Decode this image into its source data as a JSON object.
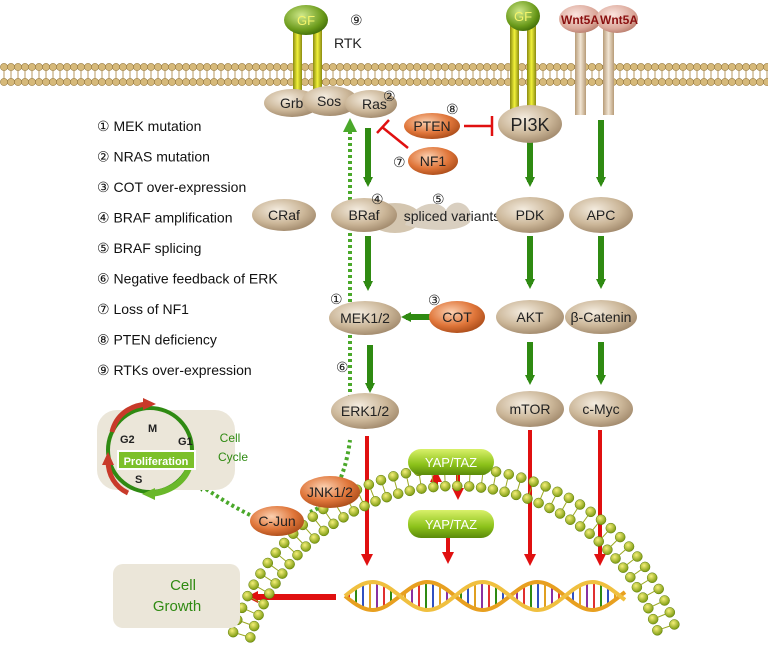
{
  "mechanisms": [
    {
      "num": "①",
      "text": "MEK mutation"
    },
    {
      "num": "②",
      "text": "NRAS mutation"
    },
    {
      "num": "③",
      "text": "COT over-expression"
    },
    {
      "num": "④",
      "text": "BRAF amplification"
    },
    {
      "num": "⑤",
      "text": "BRAF splicing"
    },
    {
      "num": "⑥",
      "text": "Negative feedback of ERK"
    },
    {
      "num": "⑦",
      "text": "Loss of NF1"
    },
    {
      "num": "⑧",
      "text": "PTEN deficiency"
    },
    {
      "num": "⑨",
      "text": "RTKs over-expression"
    }
  ],
  "ligands": {
    "gf1": "GF",
    "gf2": "GF",
    "wnt1": "Wnt5A",
    "wnt2": "Wnt5A"
  },
  "receptor_label": "RTK",
  "markers": {
    "m1": "①",
    "m2": "②",
    "m3": "③",
    "m4": "④",
    "m5": "⑤",
    "m6": "⑥",
    "m7": "⑦",
    "m8": "⑧",
    "m9": "⑨"
  },
  "nodes": {
    "grb": "Grb",
    "sos": "Sos",
    "ras": "Ras",
    "pten": "PTEN",
    "nf1": "NF1",
    "pi3k": "PI3K",
    "craf": "CRaf",
    "braf": "BRaf",
    "spliced": "spliced variants",
    "pdk": "PDK",
    "apc": "APC",
    "mek": "MEK1/2",
    "cot": "COT",
    "akt": "AKT",
    "catenin": "β-Catenin",
    "erk": "ERK1/2",
    "mtor": "mTOR",
    "cmyc": "c-Myc",
    "jnk": "JNK1/2",
    "cjun": "C-Jun",
    "yap_top": "YAP/TAZ",
    "yap_bottom": "YAP/TAZ"
  },
  "cell_cycle": {
    "label_line1": "Cell",
    "label_line2": "Cycle",
    "m": "M",
    "g1": "G1",
    "g2": "G2",
    "s": "S",
    "center": "Proliferation"
  },
  "growth": {
    "line1": "Cell",
    "line2": "Growth"
  },
  "colors": {
    "green_arrow": "#2f8a12",
    "red_arrow": "#e01010",
    "node_fill": "#cdb89a",
    "orange_node": "#e0783c",
    "membrane_head": "#d6b97a"
  }
}
